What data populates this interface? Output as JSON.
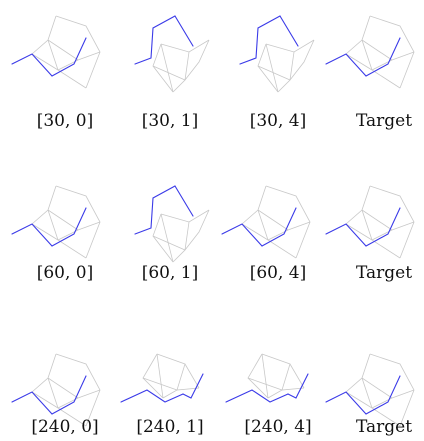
{
  "figure": {
    "rows": [
      {
        "cells": [
          {
            "label": "[30, 0]",
            "pose": "A"
          },
          {
            "label": "[30, 1]",
            "pose": "B"
          },
          {
            "label": "[30, 4]",
            "pose": "B"
          },
          {
            "label": "Target",
            "pose": "A"
          }
        ]
      },
      {
        "cells": [
          {
            "label": "[60, 0]",
            "pose": "A"
          },
          {
            "label": "[60, 1]",
            "pose": "B"
          },
          {
            "label": "[60, 4]",
            "pose": "A"
          },
          {
            "label": "Target",
            "pose": "A"
          }
        ]
      },
      {
        "cells": [
          {
            "label": "[240, 0]",
            "pose": "A"
          },
          {
            "label": "[240, 1]",
            "pose": "C"
          },
          {
            "label": "[240, 4]",
            "pose": "C"
          },
          {
            "label": "Target",
            "pose": "A"
          }
        ]
      }
    ]
  },
  "colors": {
    "highlight_edges": "#3a3ae8",
    "faint_edges": "#c8c8c8",
    "caption": "#111111"
  }
}
